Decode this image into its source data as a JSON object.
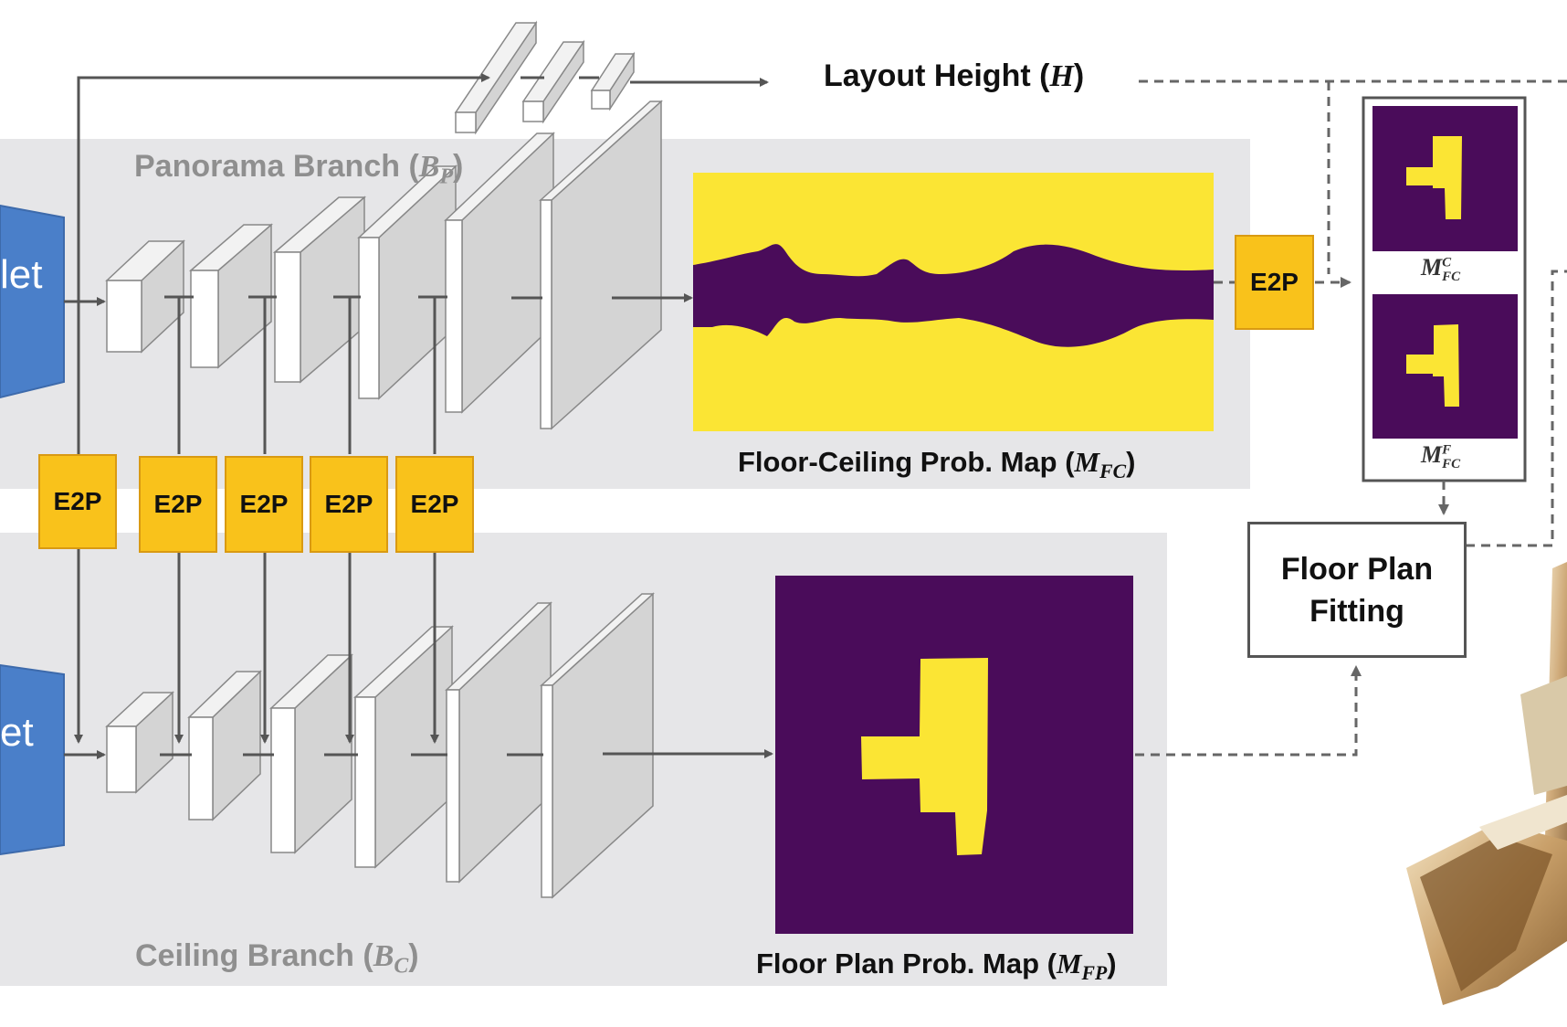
{
  "colors": {
    "panel": "#e6e6e8",
    "e2p_fill": "#f9c21b",
    "encoder_blue": "#4a7fc9",
    "map_purple": "#4a0c5a",
    "map_yellow": "#fbe534",
    "arrow": "#555555"
  },
  "encoders": {
    "top_text": "let",
    "top_text2": "",
    "bottom_text": "et"
  },
  "labels": {
    "layout_height": "Layout Height (",
    "layout_height_sym": "H",
    "panorama_branch": "Panorama Branch (",
    "panorama_sym": "B",
    "panorama_sub": "P",
    "ceiling_branch": "Ceiling Branch (",
    "ceiling_sym": "B",
    "ceiling_sub": "C",
    "fc_map": "Floor-Ceiling Prob. Map (",
    "fc_sym": "M",
    "fc_sub": "FC",
    "fp_map": "Floor Plan Prob. Map (",
    "fp_sym": "M",
    "fp_sub": "FP",
    "close_paren": ")"
  },
  "e2p_label": "E2P",
  "fitting_box": {
    "line1": "Floor Plan",
    "line2": "Fitting"
  },
  "mini_maps": [
    {
      "sym": "M",
      "sup": "C",
      "sub": "FC"
    },
    {
      "sym": "M",
      "sup": "F",
      "sub": "FC"
    }
  ],
  "icons": {
    "render": "3d-room-render-icon"
  }
}
